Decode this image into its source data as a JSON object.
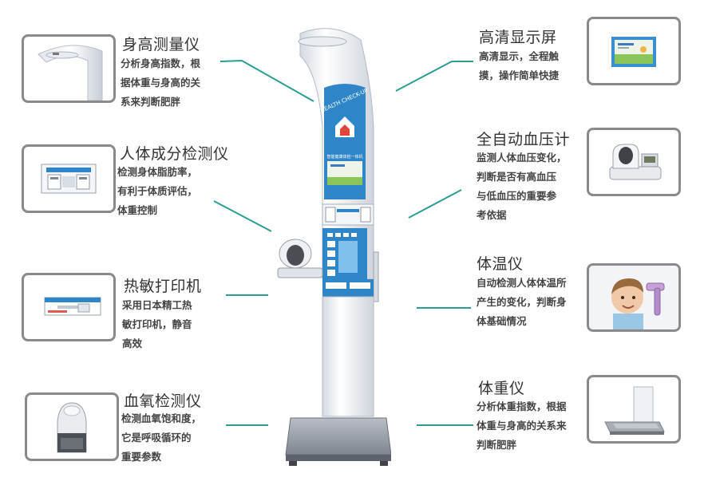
{
  "colors": {
    "accent": "#2a9d92",
    "panel": "#2e86c9",
    "frame": "#8a8a8a"
  },
  "device": {
    "arch_text": "HEALTH CHECK-UP",
    "screen_caption": "智能健康体检一体机"
  },
  "features": [
    {
      "id": "height",
      "title": "身高测量仪",
      "desc": [
        "分析身高指数，根",
        "据体重与身高的关",
        "系来判断肥胖"
      ]
    },
    {
      "id": "body-composition",
      "title": "人体成分检测仪",
      "desc": [
        "检测身体脂肪率，",
        "有利于体质评估，",
        "体重控制"
      ]
    },
    {
      "id": "printer",
      "title": "热敏打印机",
      "desc": [
        "采用日本精工热",
        "敏打印机，静音",
        "高效"
      ]
    },
    {
      "id": "spo2",
      "title": "血氧检测仪",
      "desc": [
        "检测血氧饱和度，",
        "它是呼吸循环的",
        "重要参数"
      ]
    },
    {
      "id": "display",
      "title": "高清显示屏",
      "desc": [
        "高清显示，全程触",
        "摸，操作简单快捷"
      ]
    },
    {
      "id": "blood-pressure",
      "title": "全自动血压计",
      "desc": [
        "监测人体血压变化，",
        "判断是否有高血压",
        "与低血压的重要参",
        "考依据"
      ]
    },
    {
      "id": "thermometer",
      "title": "体温仪",
      "desc": [
        "自动检测人体体温所",
        "产生的变化，判断身",
        "体基础情况"
      ]
    },
    {
      "id": "weight",
      "title": "体重仪",
      "desc": [
        "分析体重指数，根据",
        "体重与身高的关系来",
        "判断肥胖"
      ]
    }
  ]
}
